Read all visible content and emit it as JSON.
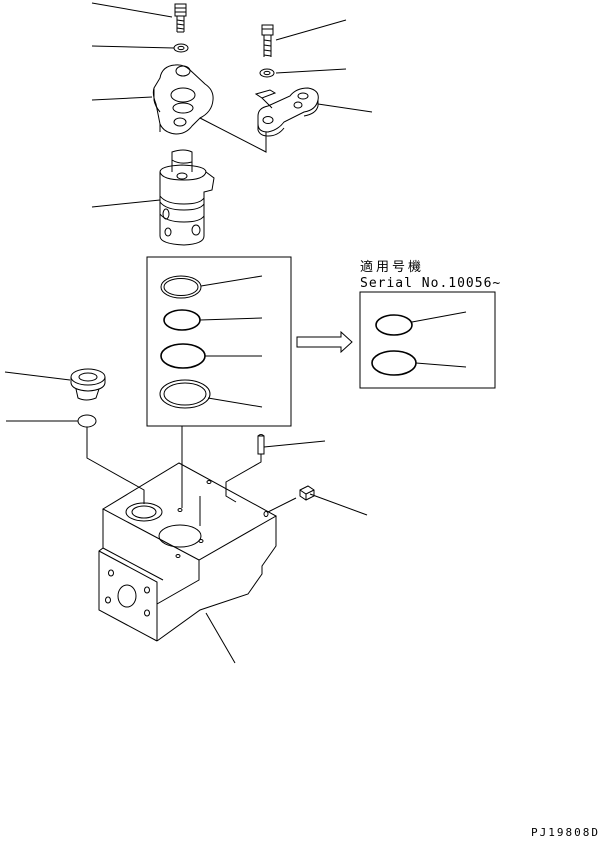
{
  "applicability_note": {
    "heading": "適用号機",
    "serial": "Serial No.10056~"
  },
  "drawing_code": "PJ19808D"
}
